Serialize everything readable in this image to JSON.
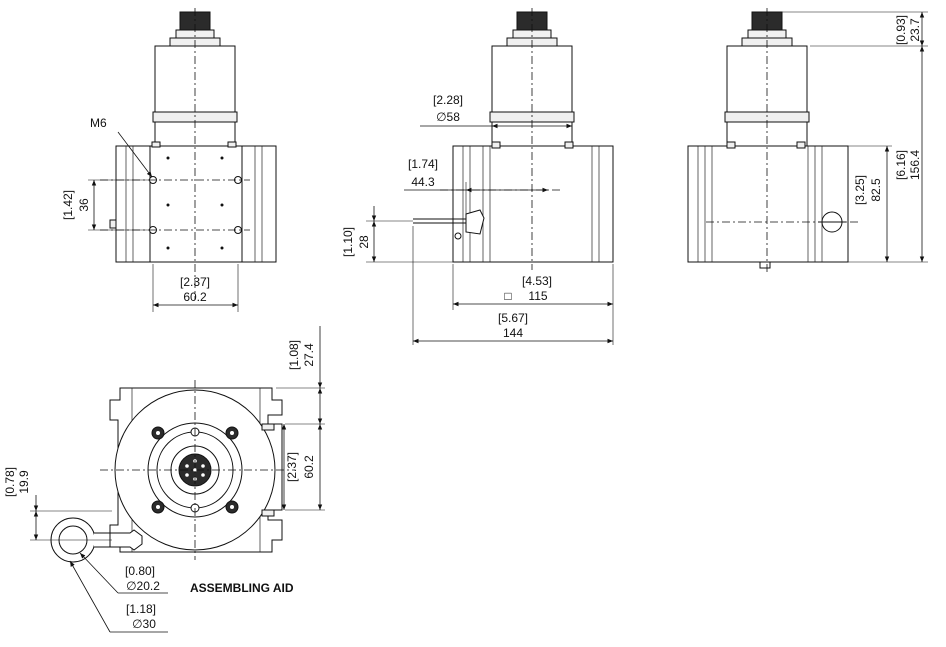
{
  "dimensions": {
    "m6": "M6",
    "h36_in": "[1.42]",
    "h36": "36",
    "w60_in": "[2.37]",
    "w60": "60.2",
    "d58_in": "[2.28]",
    "d58": "∅58",
    "d443_in": "[1.74]",
    "d443": "44.3",
    "h28_in": "[1.10]",
    "h28": "28",
    "w115_in": "[4.53]",
    "w115": "115",
    "w115_symbol": "□",
    "w144_in": "[5.67]",
    "w144": "144",
    "t237_in": "[0.93]",
    "t237": "23.7",
    "t616_in": "[6.16]",
    "t1564": "156.4",
    "t325_in": "[3.25]",
    "t825": "82.5",
    "b274_in": "[1.08]",
    "b274": "27.4",
    "b602_in": "[2.37]",
    "b602": "60.2",
    "b199_in": "[0.78]",
    "b199": "19.9",
    "b202_in": "[0.80]",
    "b202": "∅20.2",
    "b30_in": "[1.18]",
    "b30": "∅30"
  },
  "labels": {
    "assembling_aid": "ASSEMBLING AID"
  }
}
